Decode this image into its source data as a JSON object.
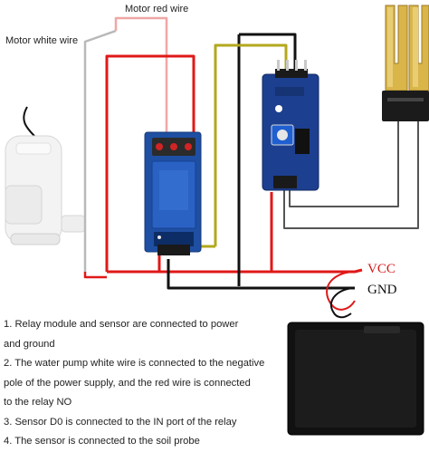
{
  "labels": {
    "motor_red_wire": "Motor red wire",
    "motor_white_wire": "Motor white wire",
    "vcc": "VCC",
    "gnd": "GND"
  },
  "notes": [
    "1. Relay module and sensor are connected to power",
    "and ground",
    "2. The water pump white wire is connected to the negative",
    "pole of the power supply, and the red wire is connected",
    "to the relay NO",
    "3. Sensor D0 is connected to the IN port of the relay",
    "4. The sensor is connected to the soil probe"
  ],
  "colors": {
    "wire_red": "#e01818",
    "wire_black": "#111111",
    "wire_yellow": "#b3a81c",
    "wire_white": "#b9b9b9",
    "wire_pink": "#f0a6a6",
    "relay_blue": "#1f4fa3",
    "sensor_blue": "#1d3f8f",
    "probe_gold": "#d9b54a",
    "vcc_red": "#d41a1a"
  }
}
